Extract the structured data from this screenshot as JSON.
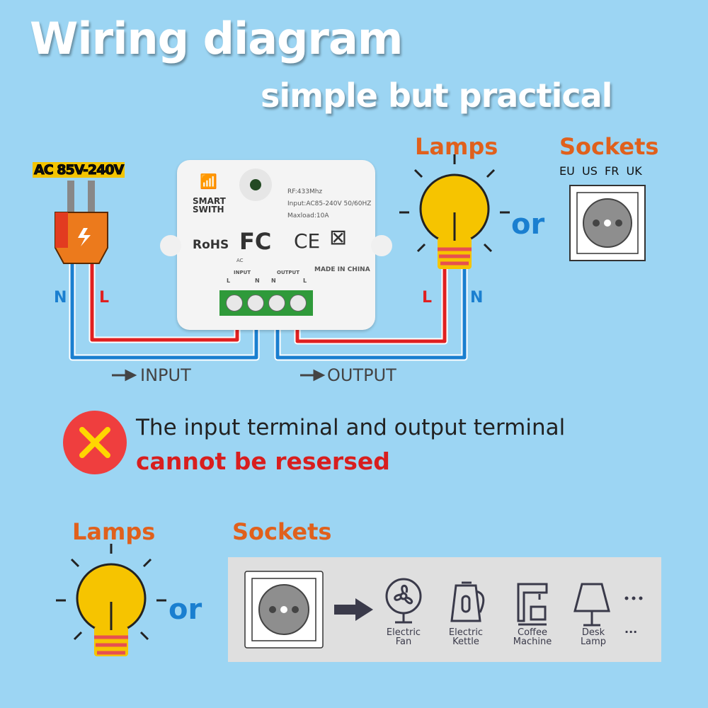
{
  "title": "Wiring diagram",
  "subtitle": "simple but practical",
  "plug": {
    "voltage": "AC 85V-240V",
    "n": "N",
    "l": "L"
  },
  "device": {
    "brand_line1": "SMART",
    "brand_line2": "SWITH",
    "rf": "RF:433Mhz",
    "input": "Input:AC85-240V 50/60HZ",
    "maxload": "Maxload:10A",
    "rohs": "RoHS",
    "fcc": "FC",
    "ce": "CE",
    "made": "MADE IN CHINA",
    "ac": "AC",
    "input_lbl": "INPUT",
    "output_lbl": "OUTPUT",
    "t_l1": "L",
    "t_n1": "N",
    "t_n2": "N",
    "t_l2": "L"
  },
  "top_right": {
    "lamps": "Lamps",
    "sockets": "Sockets",
    "socket_types": "EU  US  FR  UK",
    "or": "or",
    "l": "L",
    "n": "N"
  },
  "flow": {
    "input": "INPUT",
    "output": "OUTPUT"
  },
  "warning": {
    "line1": "The input terminal and output terminal",
    "line2": "cannot be resersed"
  },
  "bottom": {
    "lamps": "Lamps",
    "sockets": "Sockets",
    "or": "or",
    "appliances": [
      {
        "l1": "Electric",
        "l2": "Fan"
      },
      {
        "l1": "Electric",
        "l2": "Kettle"
      },
      {
        "l1": "Coffee",
        "l2": "Machine"
      },
      {
        "l1": "Desk",
        "l2": "Lamp"
      }
    ],
    "more": "..."
  },
  "colors": {
    "bg": "#9cd5f3",
    "live": "#e02020",
    "neutral": "#1a7fd0",
    "accent": "#e0601c"
  }
}
